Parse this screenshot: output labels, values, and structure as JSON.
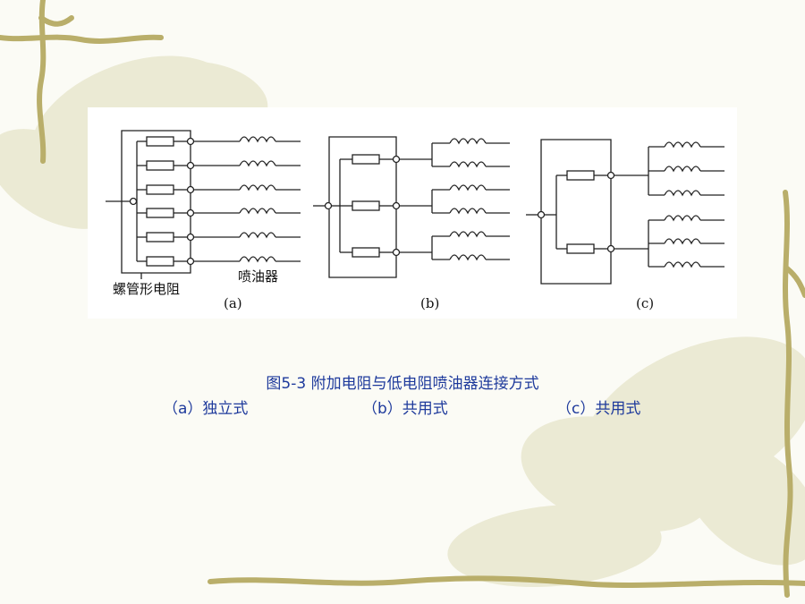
{
  "diagram": {
    "label_resistor": "螺管形电阻",
    "label_injector": "喷油器",
    "sub_labels": [
      "(a)",
      "(b)",
      "(c)"
    ]
  },
  "caption": {
    "title": "图5-3  附加电阻与低电阻喷油器连接方式",
    "sub_a": "（a）独立式",
    "sub_b": "（b）共用式",
    "sub_c": "（c）共用式"
  },
  "colors": {
    "caption_text": "#1e3a9c",
    "vine": "#b9ae6a",
    "blossom": "#dedcb8",
    "line": "#222222"
  }
}
